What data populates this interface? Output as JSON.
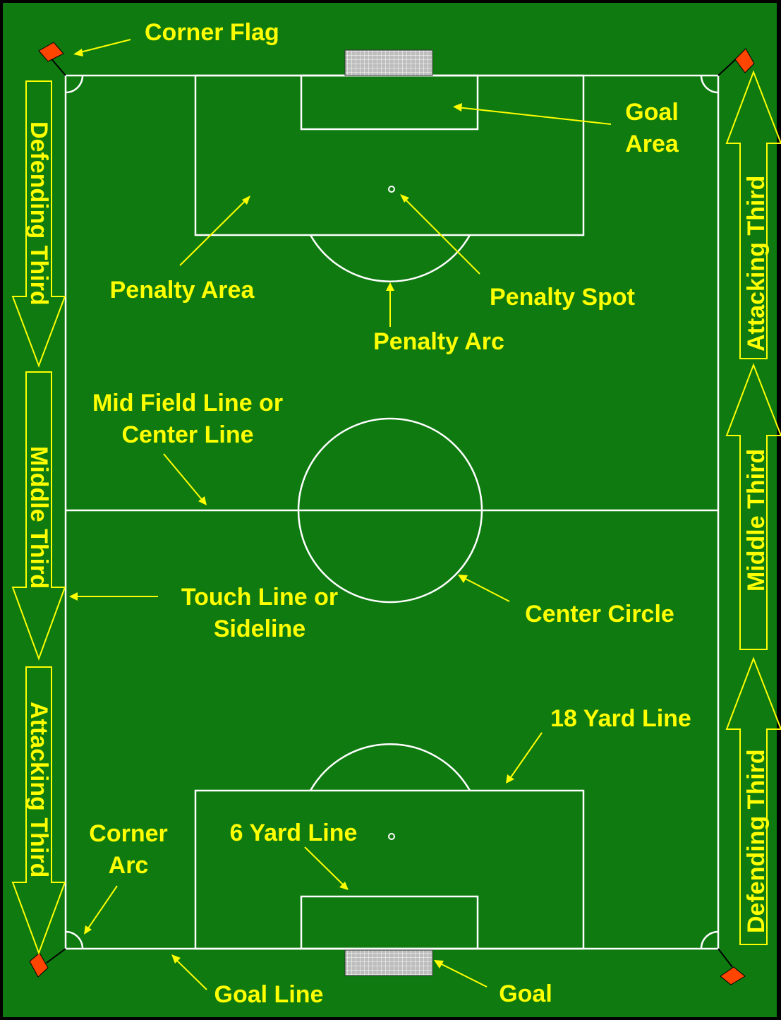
{
  "labels": {
    "corner_flag": "Corner Flag",
    "goal_area": [
      "Goal",
      "Area"
    ],
    "penalty_area": "Penalty Area",
    "penalty_spot": "Penalty Spot",
    "penalty_arc": "Penalty Arc",
    "mid_field_line": [
      "Mid Field Line or",
      "Center Line"
    ],
    "touch_line": [
      "Touch Line or",
      "Sideline"
    ],
    "center_circle": "Center Circle",
    "eighteen_yard_line": "18 Yard Line",
    "six_yard_line": "6 Yard Line",
    "corner_arc": [
      "Corner",
      "Arc"
    ],
    "goal_line": "Goal Line",
    "goal": "Goal"
  },
  "thirds": {
    "left": [
      "Defending Third",
      "Middle Third",
      "Attacking Third"
    ],
    "right": [
      "Attacking Third",
      "Middle Third",
      "Defending Third"
    ]
  },
  "colors": {
    "background": "#000000",
    "field": "#0e7a10",
    "lines": "#ffffff",
    "labels": "#ffff00",
    "flag": "#ff4500",
    "goal_net": "#c8c8c8"
  }
}
